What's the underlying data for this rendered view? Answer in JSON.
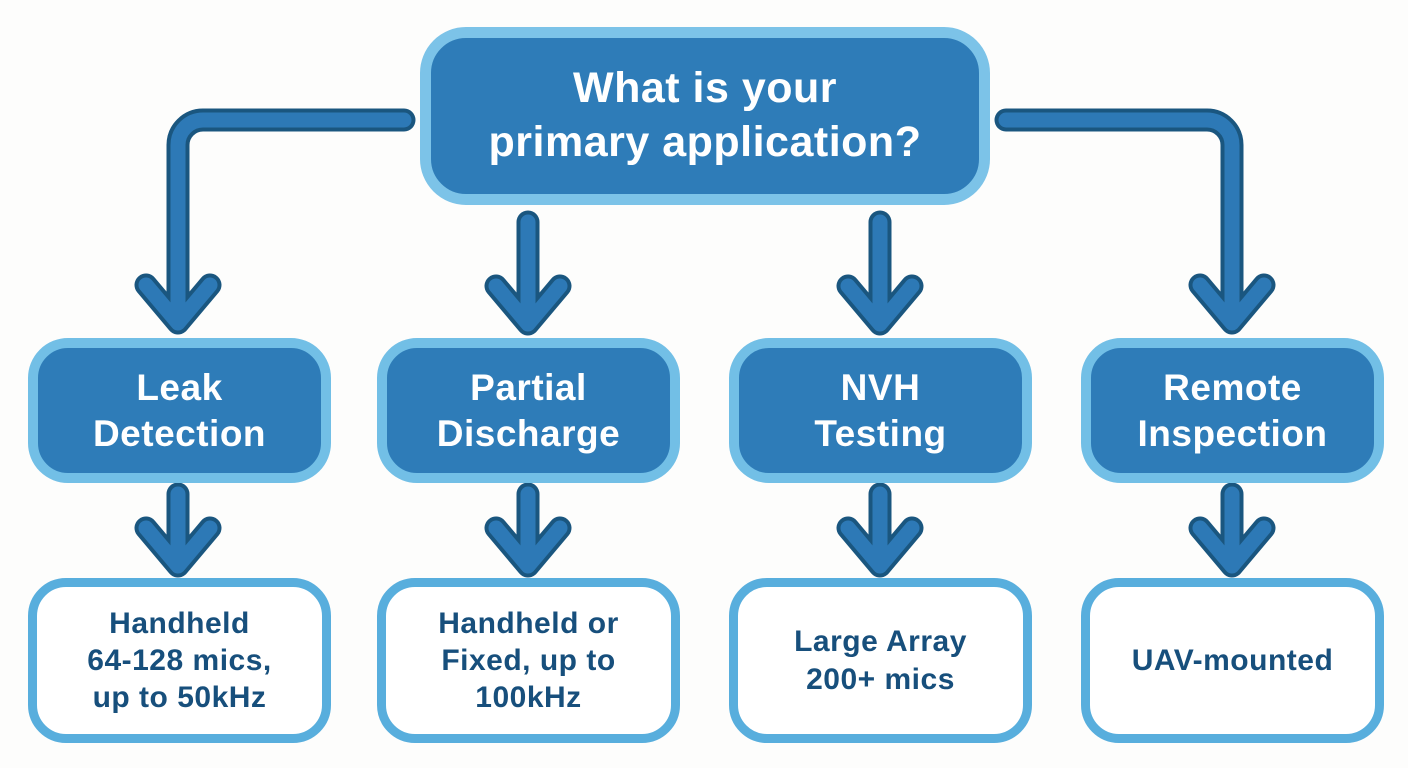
{
  "diagram": {
    "type": "decision-flowchart",
    "topic": "acoustic camera selection by primary application",
    "root_question": {
      "lines": [
        "What is your",
        "primary application?"
      ]
    },
    "branches": [
      {
        "category_lines": [
          "Leak",
          "Detection"
        ],
        "result_lines": [
          "Handheld",
          "64-128 mics,",
          "up to 50kHz"
        ]
      },
      {
        "category_lines": [
          "Partial",
          "Discharge"
        ],
        "result_lines": [
          "Handheld or",
          "Fixed, up to",
          "100kHz"
        ]
      },
      {
        "category_lines": [
          "NVH",
          "Testing"
        ],
        "result_lines": [
          "Large Array",
          "200+ mics"
        ]
      },
      {
        "category_lines": [
          "Remote",
          "Inspection"
        ],
        "result_lines": [
          "UAV-mounted"
        ]
      }
    ]
  },
  "colors": {
    "background": "#fdfdfc",
    "box-fill": "#2e7cb8",
    "box-text": "#ffffff",
    "root-border": "#7cc3e8",
    "cat-border": "#72bfe6",
    "result-fill": "#ffffff",
    "result-border": "#58aedd",
    "result-text": "#174f7c",
    "arrow-fill": "#2d79b6",
    "arrow-outline": "#1a567f"
  }
}
